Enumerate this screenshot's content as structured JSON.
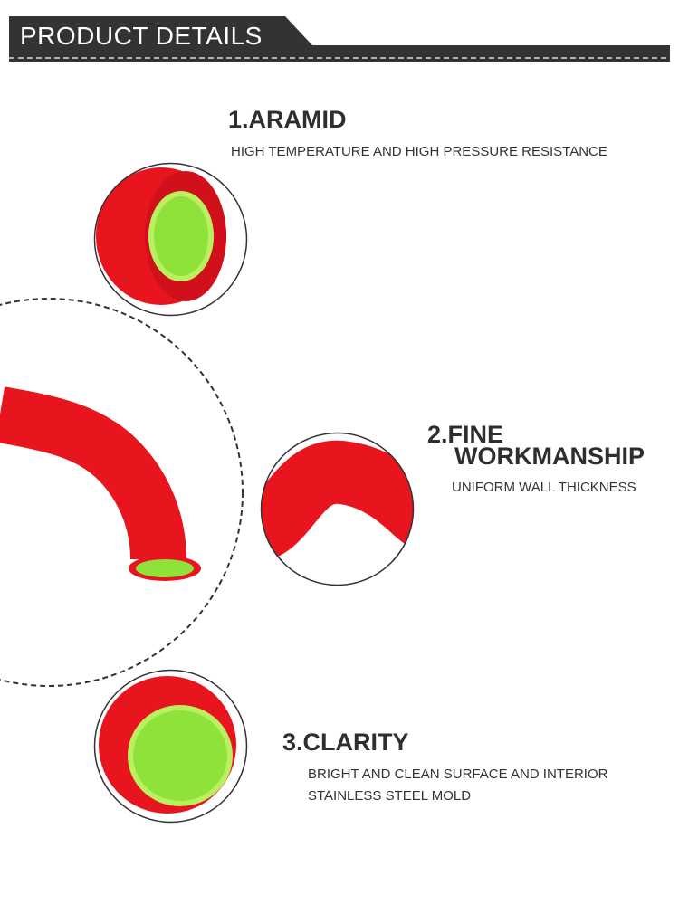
{
  "header": {
    "title": "PRODUCT DETAILS"
  },
  "features": [
    {
      "title": "1.ARAMID",
      "lines": [
        "HIGH TEMPERATURE AND HIGH PRESSURE RESISTANCE"
      ]
    },
    {
      "title_line1": "2.FINE",
      "title_line2": "WORKMANSHIP",
      "lines": [
        "UNIFORM WALL THICKNESS"
      ]
    },
    {
      "title": "3.CLARITY",
      "lines": [
        "BRIGHT AND CLEAN SURFACE AND INTERIOR",
        "STAINLESS STEEL MOLD"
      ]
    }
  ],
  "colors": {
    "header": "#333333",
    "hose_red": "#e8141e",
    "hose_green": "#8fe23a"
  }
}
